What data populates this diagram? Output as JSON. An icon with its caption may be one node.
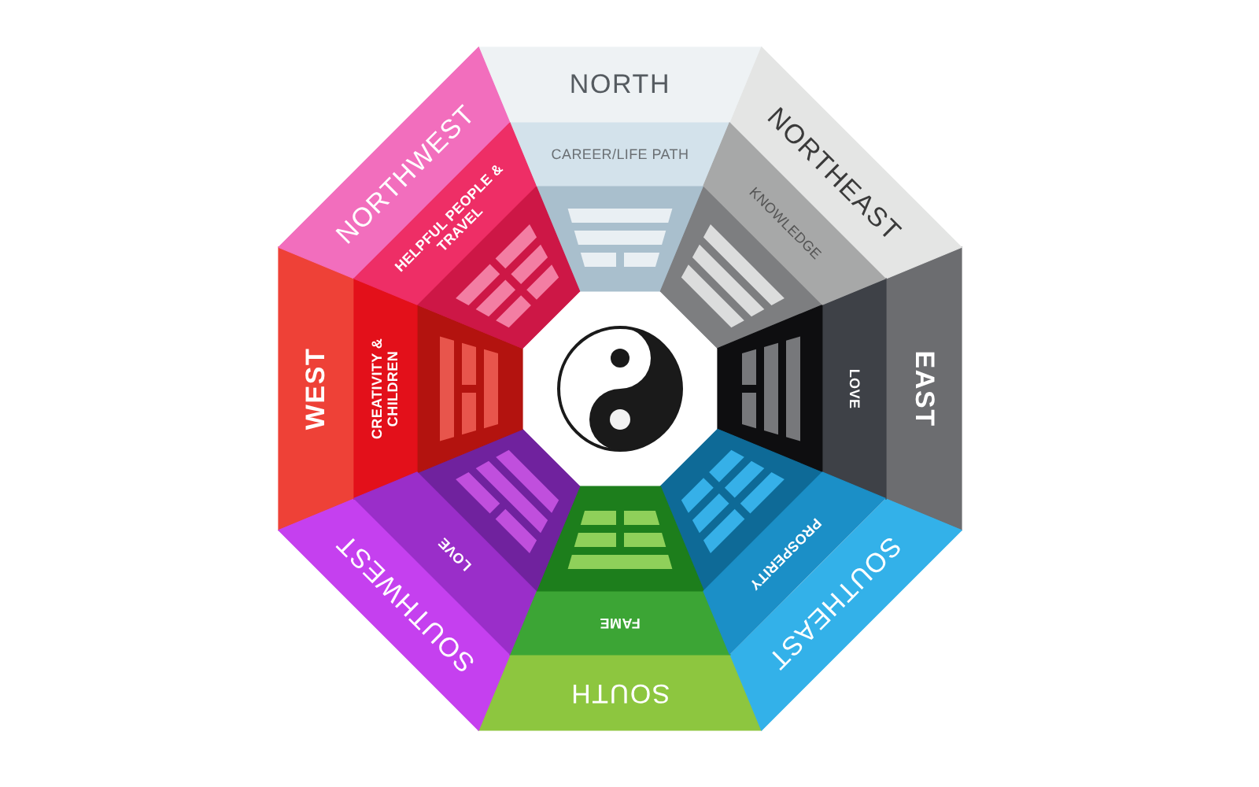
{
  "diagram": {
    "nodes": [
      {
        "text": [
          "NORTH"
        ]
      },
      {
        "text": [
          "CAREER/LIFE PATH"
        ]
      },
      {
        "text": [
          "NORTHEAST"
        ]
      },
      {
        "text": [
          "KNOWLEDGE"
        ]
      },
      {
        "text": [
          "EAST"
        ]
      },
      {
        "text": [
          "LOVE"
        ]
      },
      {
        "text": [
          "SOUTHEAST"
        ]
      },
      {
        "text": [
          "PROSPERITY"
        ]
      },
      {
        "text": [
          "SOUTH"
        ]
      },
      {
        "text": [
          "FAME"
        ]
      },
      {
        "text": [
          "SOUTHWEST"
        ]
      },
      {
        "text": [
          "LOVE"
        ]
      },
      {
        "text": [
          "WEST"
        ]
      },
      {
        "text": [
          "CREATIVITY & CHILDREN"
        ]
      },
      {
        "text": [
          "NORTHWEST"
        ]
      },
      {
        "text": [
          "HELPFUL PEOPLE & TRAVEL"
        ]
      }
    ]
  }
}
